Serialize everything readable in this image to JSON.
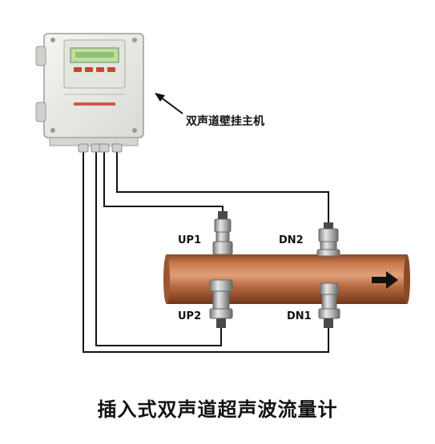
{
  "labels": {
    "host_unit": "双声道壁挂主机",
    "up1": "UP1",
    "dn2": "DN2",
    "up2": "UP2",
    "dn1": "DN1"
  },
  "caption": "插入式双声道超声波流量计",
  "colors": {
    "enclosure": "#e9ebe6",
    "display": "#b8e39a",
    "pipe": "#b8693f",
    "wire": "#111111",
    "flow_arrow": "#111111"
  },
  "icons": {
    "flow_direction": "right-arrow-icon",
    "host_pointer": "pointer-arrow-icon"
  }
}
